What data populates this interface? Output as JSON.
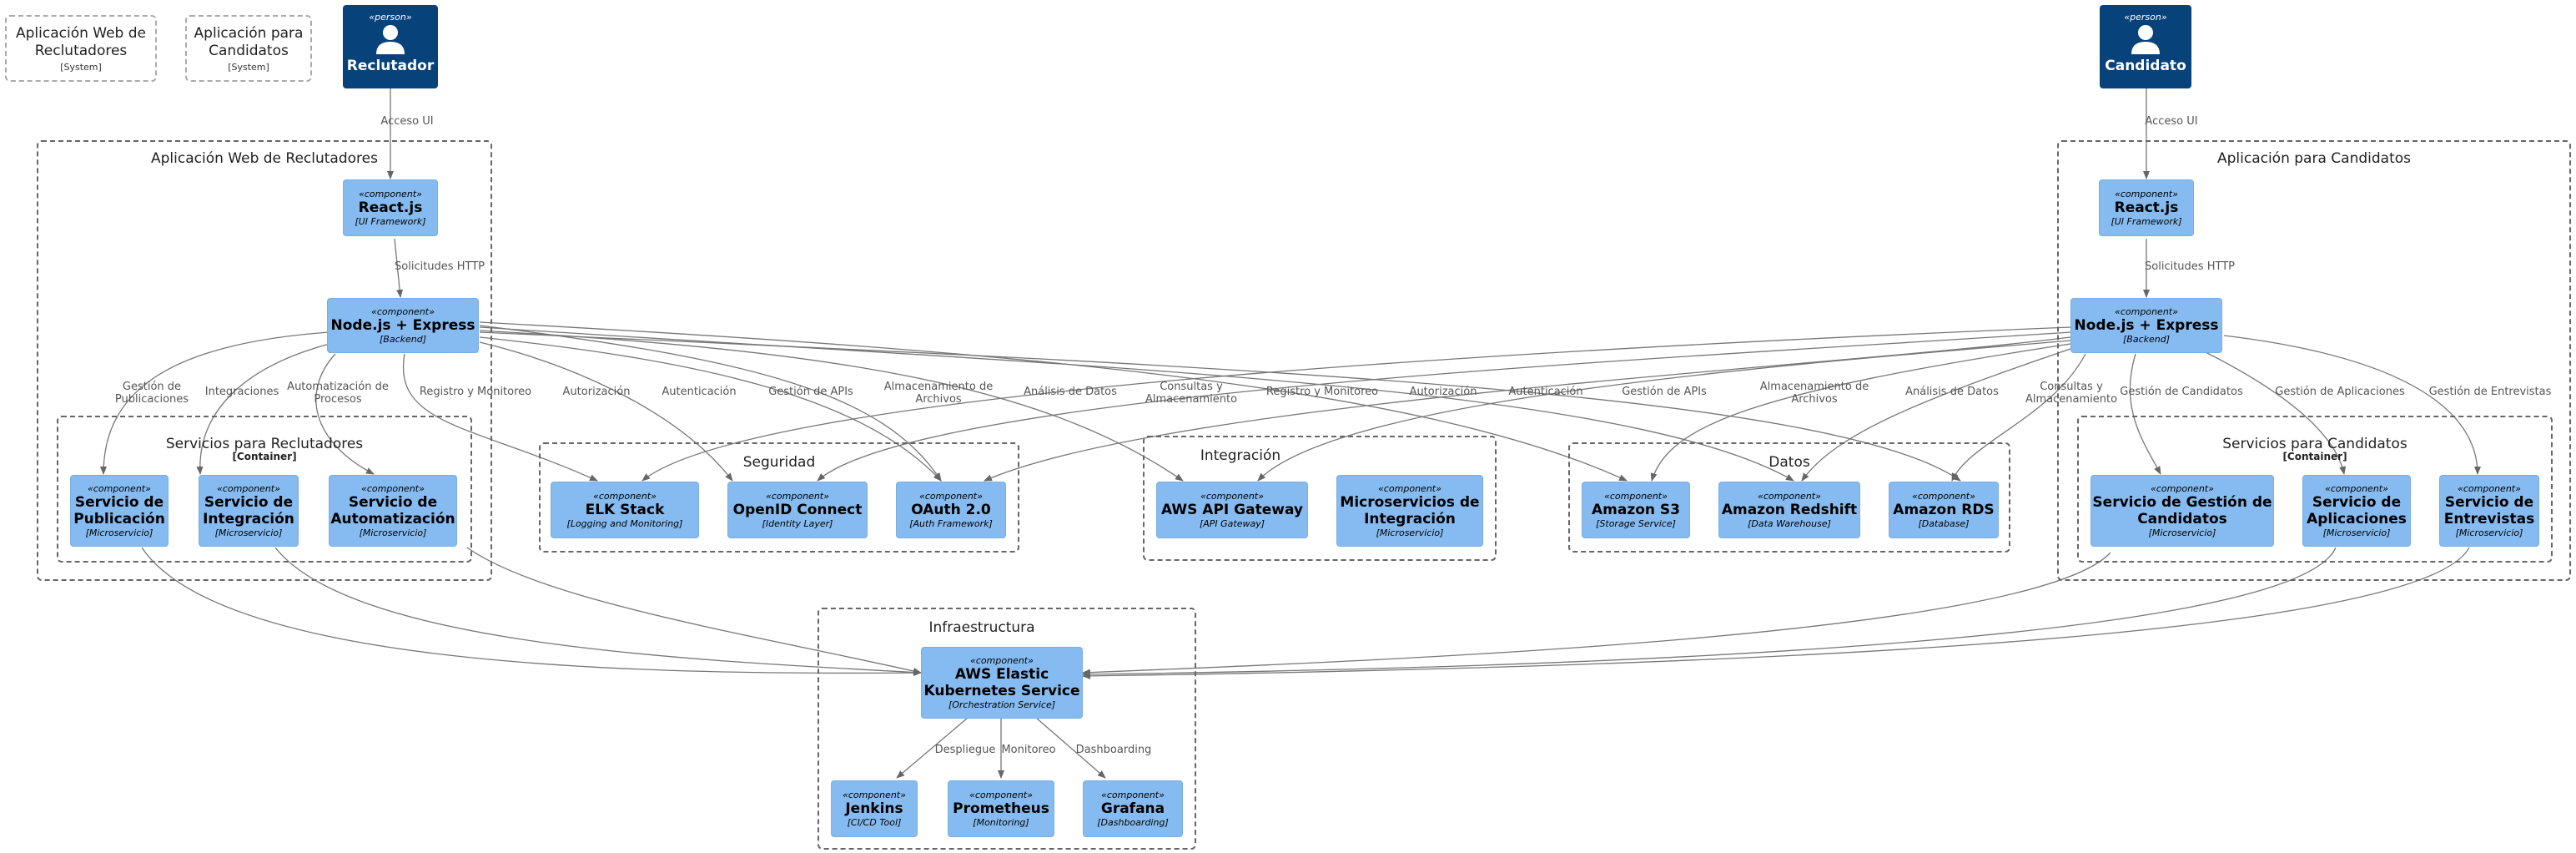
{
  "systems": [
    {
      "name_line1": "Aplicación Web de",
      "name_line2": "Reclutadores",
      "tag": "[System]"
    },
    {
      "name_line1": "Aplicación para",
      "name_line2": "Candidatos",
      "tag": "[System]"
    }
  ],
  "persons": [
    {
      "stereotype": "«person»",
      "name": "Reclutador"
    },
    {
      "stereotype": "«person»",
      "name": "Candidato"
    }
  ],
  "boundaries": {
    "web_reclutadores": "Aplicación Web de Reclutadores",
    "app_candidatos": "Aplicación para Candidatos",
    "serv_reclutadores": "Servicios para Reclutadores",
    "serv_candidatos": "Servicios para Candidatos",
    "container_tag": "[Container]",
    "seguridad": "Seguridad",
    "integracion": "Integración",
    "datos": "Datos",
    "infraestructura": "Infraestructura"
  },
  "stereotype": "«component»",
  "components": {
    "react_r": {
      "name": "React.js",
      "tech": "[UI Framework]"
    },
    "node_r": {
      "name": "Node.js + Express",
      "tech": "[Backend]"
    },
    "pub": {
      "name": "Servicio de Publicación",
      "tech": "[Microservicio]"
    },
    "integ": {
      "name": "Servicio de Integración",
      "tech": "[Microservicio]"
    },
    "auto": {
      "name": "Servicio de Automatización",
      "tech": "[Microservicio]"
    },
    "elk": {
      "name": "ELK Stack",
      "tech": "[Logging and Monitoring]"
    },
    "oidc": {
      "name": "OpenID Connect",
      "tech": "[Identity Layer]"
    },
    "oauth": {
      "name": "OAuth 2.0",
      "tech": "[Auth Framework]"
    },
    "apigw": {
      "name": "AWS API Gateway",
      "tech": "[API Gateway]"
    },
    "micro": {
      "name": "Microservicios de Integración",
      "tech": "[Microservicio]"
    },
    "s3": {
      "name": "Amazon S3",
      "tech": "[Storage Service]"
    },
    "redshift": {
      "name": "Amazon Redshift",
      "tech": "[Data Warehouse]"
    },
    "rds": {
      "name": "Amazon RDS",
      "tech": "[Database]"
    },
    "react_c": {
      "name": "React.js",
      "tech": "[UI Framework]"
    },
    "node_c": {
      "name": "Node.js + Express",
      "tech": "[Backend]"
    },
    "gestcand": {
      "name": "Servicio de Gestión de Candidatos",
      "tech": "[Microservicio]"
    },
    "aplic": {
      "name": "Servicio de Aplicaciones",
      "tech": "[Microservicio]"
    },
    "entrev": {
      "name": "Servicio de Entrevistas",
      "tech": "[Microservicio]"
    },
    "eks": {
      "name": "AWS Elastic Kubernetes Service",
      "tech": "[Orchestration Service]"
    },
    "jenkins": {
      "name": "Jenkins",
      "tech": "[CI/CD Tool]"
    },
    "prom": {
      "name": "Prometheus",
      "tech": "[Monitoring]"
    },
    "grafana": {
      "name": "Grafana",
      "tech": "[Dashboarding]"
    }
  },
  "relations": {
    "acceso_ui": "Acceso UI",
    "solicitudes_http": "Solicitudes HTTP",
    "gestion_publicaciones": "Gestión de Publicaciones",
    "integraciones": "Integraciones",
    "automatizacion": "Automatización de Procesos",
    "registro": "Registro y Monitoreo",
    "autorizacion": "Autorización",
    "autenticacion": "Autenticación",
    "gestion_apis": "Gestión de APIs",
    "almacenamiento": "Almacenamiento de Archivos",
    "analisis": "Análisis de Datos",
    "consultas": "Consultas y Almacenamiento",
    "gestion_candidatos": "Gestión de Candidatos",
    "gestion_aplicaciones": "Gestión de Aplicaciones",
    "gestion_entrevistas": "Gestión de Entrevistas",
    "despliegue": "Despliegue",
    "monitoreo": "Monitoreo",
    "dashboarding": "Dashboarding"
  },
  "colors": {
    "person": "#08427b",
    "component": "#85bbf0",
    "arrow": "#666666"
  }
}
